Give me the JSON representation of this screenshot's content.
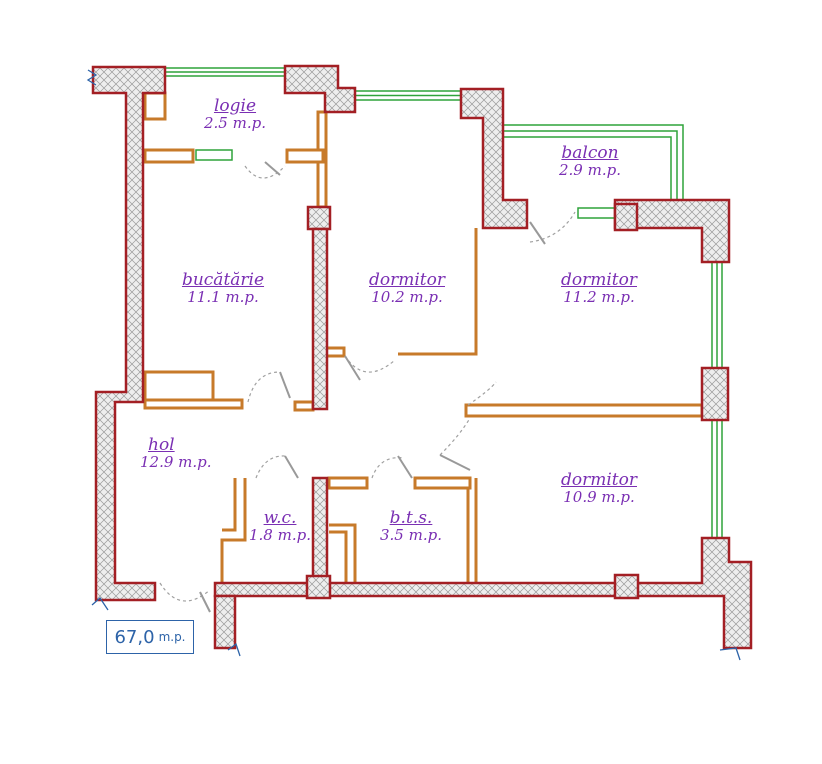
{
  "rooms": [
    {
      "name": "logie",
      "area": "2.5 m.p."
    },
    {
      "name": "balcon",
      "area": "2.9 m.p."
    },
    {
      "name": "bucătărie",
      "area": "11.1 m.p."
    },
    {
      "name": "dormitor",
      "area": "10.2 m.p."
    },
    {
      "name": "dormitor",
      "area": "11.2 m.p."
    },
    {
      "name": "hol",
      "area": "12.9 m.p."
    },
    {
      "name": "w.c.",
      "area": "1.8 m.p."
    },
    {
      "name": "b.t.s.",
      "area": "3.5 m.p."
    },
    {
      "name": "dormitor",
      "area": "10.9 m.p."
    }
  ],
  "total": {
    "value": "67,0",
    "unit": "m.p."
  },
  "colors": {
    "exterior_wall": "#a31f24",
    "hatch_fill": "#e6e6e6",
    "interior_wall": "#c77a2a",
    "window": "#2fa33a",
    "label": "#7a2fb3",
    "total_box": "#2d63a8"
  }
}
